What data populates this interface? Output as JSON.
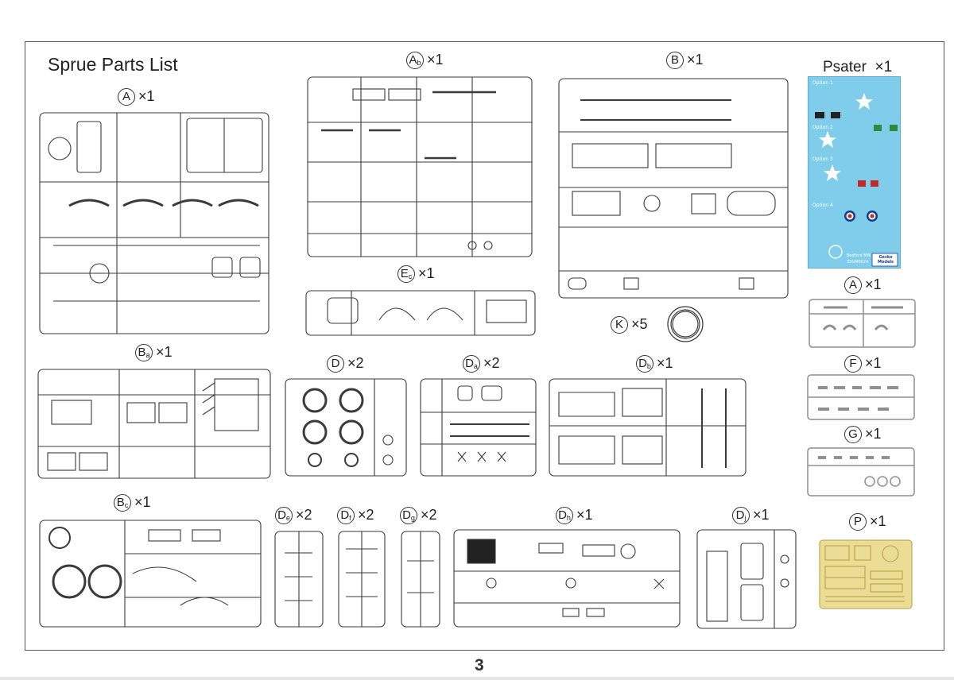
{
  "page": {
    "title": "Sprue Parts List",
    "page_number": "3",
    "colors": {
      "sprue_outline": "#3a3a3a",
      "grey_sprue": "#a7a7ab",
      "photo_etch": "#e8d98e",
      "decal_sheet": "#7fcdea"
    }
  },
  "sprues": [
    {
      "id": "A",
      "letter": "A",
      "sub": "",
      "qty": "×1"
    },
    {
      "id": "Ab",
      "letter": "A",
      "sub": "b",
      "qty": "×1"
    },
    {
      "id": "B",
      "letter": "B",
      "sub": "",
      "qty": "×1"
    },
    {
      "id": "Ec",
      "letter": "E",
      "sub": "c",
      "qty": "×1"
    },
    {
      "id": "K",
      "letter": "K",
      "sub": "",
      "qty": "×5"
    },
    {
      "id": "Ba",
      "letter": "B",
      "sub": "a",
      "qty": "×1"
    },
    {
      "id": "D",
      "letter": "D",
      "sub": "",
      "qty": "×2"
    },
    {
      "id": "Da",
      "letter": "D",
      "sub": "a",
      "qty": "×2"
    },
    {
      "id": "Db",
      "letter": "D",
      "sub": "b",
      "qty": "×1"
    },
    {
      "id": "Bc",
      "letter": "B",
      "sub": "c",
      "qty": "×1"
    },
    {
      "id": "De",
      "letter": "D",
      "sub": "e",
      "qty": "×2"
    },
    {
      "id": "Df",
      "letter": "D",
      "sub": "f",
      "qty": "×2"
    },
    {
      "id": "Dg",
      "letter": "D",
      "sub": "g",
      "qty": "×2"
    },
    {
      "id": "Dh",
      "letter": "D",
      "sub": "h",
      "qty": "×1"
    },
    {
      "id": "Dj",
      "letter": "D",
      "sub": "j",
      "qty": "×1"
    },
    {
      "id": "A2",
      "letter": "A",
      "sub": "",
      "qty": "×1"
    },
    {
      "id": "F",
      "letter": "F",
      "sub": "",
      "qty": "×1"
    },
    {
      "id": "G",
      "letter": "G",
      "sub": "",
      "qty": "×1"
    },
    {
      "id": "P",
      "letter": "P",
      "sub": "",
      "qty": "×1"
    }
  ],
  "decal_sheet": {
    "label": "Psater",
    "qty": "×1",
    "options": [
      "Option 1",
      "Option 2",
      "Option 3",
      "Option 4"
    ],
    "maker": "Gecko Models",
    "model": "Bedford MW",
    "code": "35GM0024"
  }
}
